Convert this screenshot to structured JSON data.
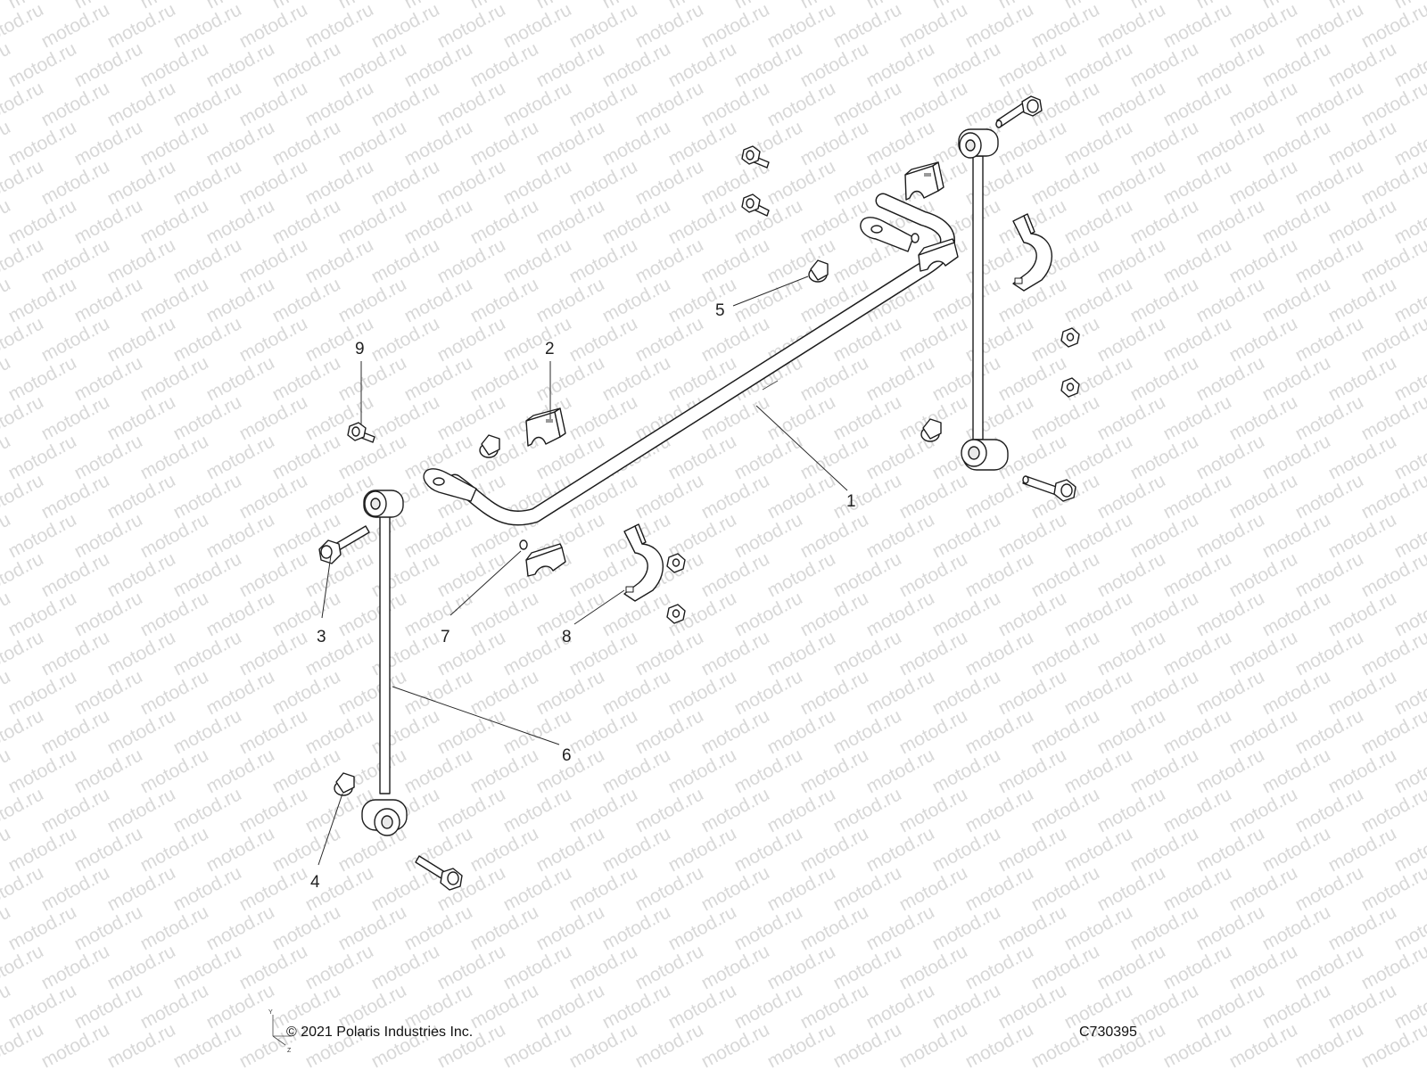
{
  "diagram": {
    "callouts": [
      {
        "id": "1",
        "label": "1"
      },
      {
        "id": "2",
        "label": "2"
      },
      {
        "id": "3",
        "label": "3"
      },
      {
        "id": "4",
        "label": "4"
      },
      {
        "id": "5",
        "label": "5"
      },
      {
        "id": "6",
        "label": "6"
      },
      {
        "id": "7",
        "label": "7"
      },
      {
        "id": "8",
        "label": "8"
      },
      {
        "id": "9",
        "label": "9"
      }
    ],
    "copyright": "© 2021 Polaris Industries Inc.",
    "drawing_number": "C730395",
    "watermark": "motod.ru",
    "axis": {
      "y": "Y",
      "z": "Z"
    },
    "colors": {
      "line": "#1c1c1c",
      "watermark": "#d8d8d8",
      "background": "#ffffff"
    }
  }
}
